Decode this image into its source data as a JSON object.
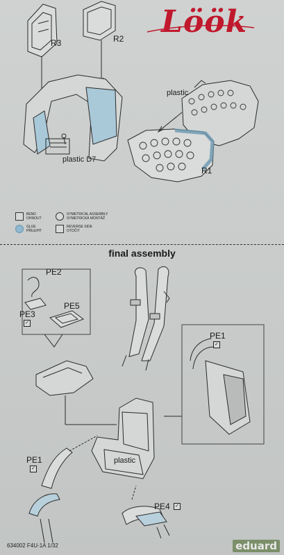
{
  "logo": {
    "text": "Löök"
  },
  "top_labels": {
    "r3": "R3",
    "r2": "R2",
    "plastic": "plastic",
    "plastic_d7": "plastic D7",
    "r1": "R1"
  },
  "legend": {
    "bend": [
      "BEND",
      "OHNOUT"
    ],
    "glue": [
      "GLUE",
      "PŘILEPIT"
    ],
    "symmetrical": [
      "SYMETRICAL ASSEMBLY",
      "SYMETRICKÁ MONTÁŽ"
    ],
    "reverse": [
      "REVERSE SIDE",
      "OTOČIT"
    ]
  },
  "section": {
    "title": "final assembly"
  },
  "bottom_labels": {
    "pe2": "PE2",
    "pe3": "PE3",
    "pe5": "PE5",
    "pe1_right": "PE1",
    "pe1_left": "PE1",
    "pe4": "PE4",
    "plastic": "plastic"
  },
  "footer": {
    "code": "634002 F4U-1A 1/32",
    "brand": "eduard"
  },
  "colors": {
    "logo_red": "#c0182c",
    "glue_blue": "#8fb9cf",
    "brand_green": "#7b8f69"
  }
}
